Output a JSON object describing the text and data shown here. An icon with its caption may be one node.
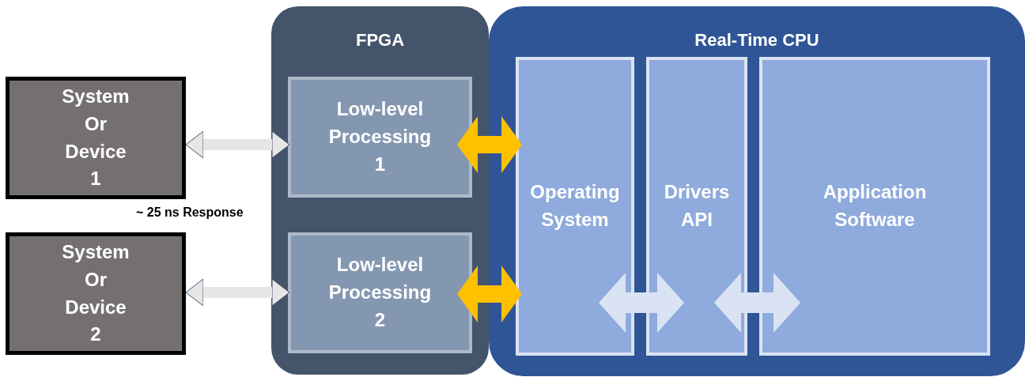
{
  "diagram": {
    "nodes": [
      {
        "text": [
          "FPGA"
        ]
      },
      {
        "text": [
          "Real-Time CPU"
        ]
      },
      {
        "text": [
          "System Or Device 1"
        ]
      },
      {
        "text": [
          "Low-level Processing 1"
        ],
        "in": 0
      },
      {
        "text": [
          "System Or Device 2"
        ]
      },
      {
        "text": [
          "Low-level Processing 2"
        ],
        "in": 0
      },
      {
        "text": [
          "Operating System"
        ],
        "in": 1
      },
      {
        "text": [
          "Drivers API"
        ],
        "in": 1
      },
      {
        "text": [
          "Application Software"
        ],
        "in": 1
      }
    ],
    "edges": [
      {
        "from": 2,
        "to": 3,
        "arrow": "both",
        "color": "#e7e6e6"
      },
      {
        "from": 4,
        "to": 5,
        "arrow": "both",
        "color": "#e7e6e6"
      },
      {
        "from": 3,
        "to": 6,
        "arrow": "both",
        "color": "#ffc000"
      },
      {
        "from": 5,
        "to": 6,
        "arrow": "both",
        "color": "#ffc000"
      },
      {
        "from": 6,
        "to": 7,
        "arrow": "both",
        "color": "#dae3f3"
      },
      {
        "from": 7,
        "to": 8,
        "arrow": "both",
        "color": "#dae3f3"
      }
    ],
    "labels": [
      "~ 25 ns Response"
    ]
  }
}
